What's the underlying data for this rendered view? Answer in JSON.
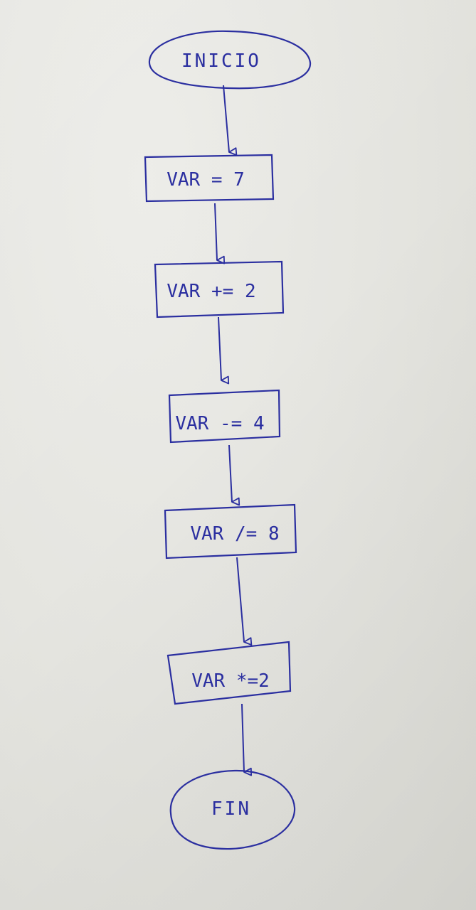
{
  "diagram": {
    "ink_color": "#2b2fa0",
    "paper_color": "#e7e7e2",
    "nodes": [
      {
        "id": "start",
        "shape": "ellipse",
        "label": "INICIO"
      },
      {
        "id": "step1",
        "shape": "rect",
        "label": "VAR = 7"
      },
      {
        "id": "step2",
        "shape": "rect",
        "label": "VAR += 2"
      },
      {
        "id": "step3",
        "shape": "rect",
        "label": "VAR -= 4"
      },
      {
        "id": "step4",
        "shape": "rect",
        "label": "VAR /= 8"
      },
      {
        "id": "step5",
        "shape": "rect",
        "label": "VAR *=2"
      },
      {
        "id": "end",
        "shape": "ellipse",
        "label": "FIN"
      }
    ],
    "edges": [
      {
        "from": "start",
        "to": "step1"
      },
      {
        "from": "step1",
        "to": "step2"
      },
      {
        "from": "step2",
        "to": "step3"
      },
      {
        "from": "step3",
        "to": "step4"
      },
      {
        "from": "step4",
        "to": "step5"
      },
      {
        "from": "step5",
        "to": "end"
      }
    ]
  }
}
